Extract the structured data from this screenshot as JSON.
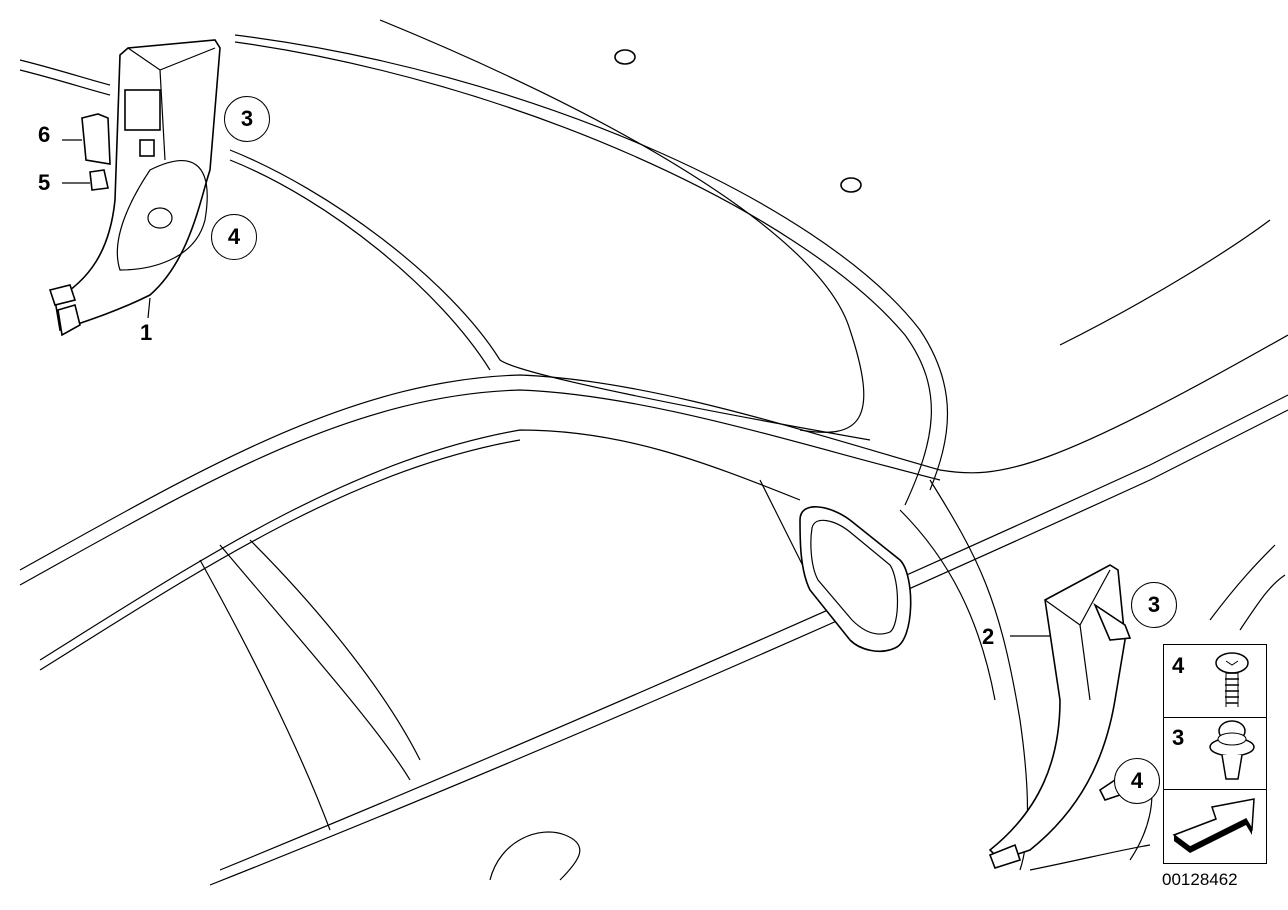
{
  "diagram": {
    "callouts": [
      {
        "id": "label-6",
        "text": "6"
      },
      {
        "id": "label-5",
        "text": "5"
      },
      {
        "id": "label-1",
        "text": "1"
      },
      {
        "id": "label-2",
        "text": "2"
      }
    ],
    "circled": [
      {
        "id": "circle-3-top",
        "text": "3"
      },
      {
        "id": "circle-4-top",
        "text": "4"
      },
      {
        "id": "circle-3-bottom",
        "text": "3"
      },
      {
        "id": "circle-4-bottom",
        "text": "4"
      }
    ],
    "legend": [
      {
        "number": "4",
        "icon": "screw-icon"
      },
      {
        "number": "3",
        "icon": "clip-icon"
      },
      {
        "icon": "direction-arrow-icon"
      }
    ],
    "image_id": "00128462"
  }
}
